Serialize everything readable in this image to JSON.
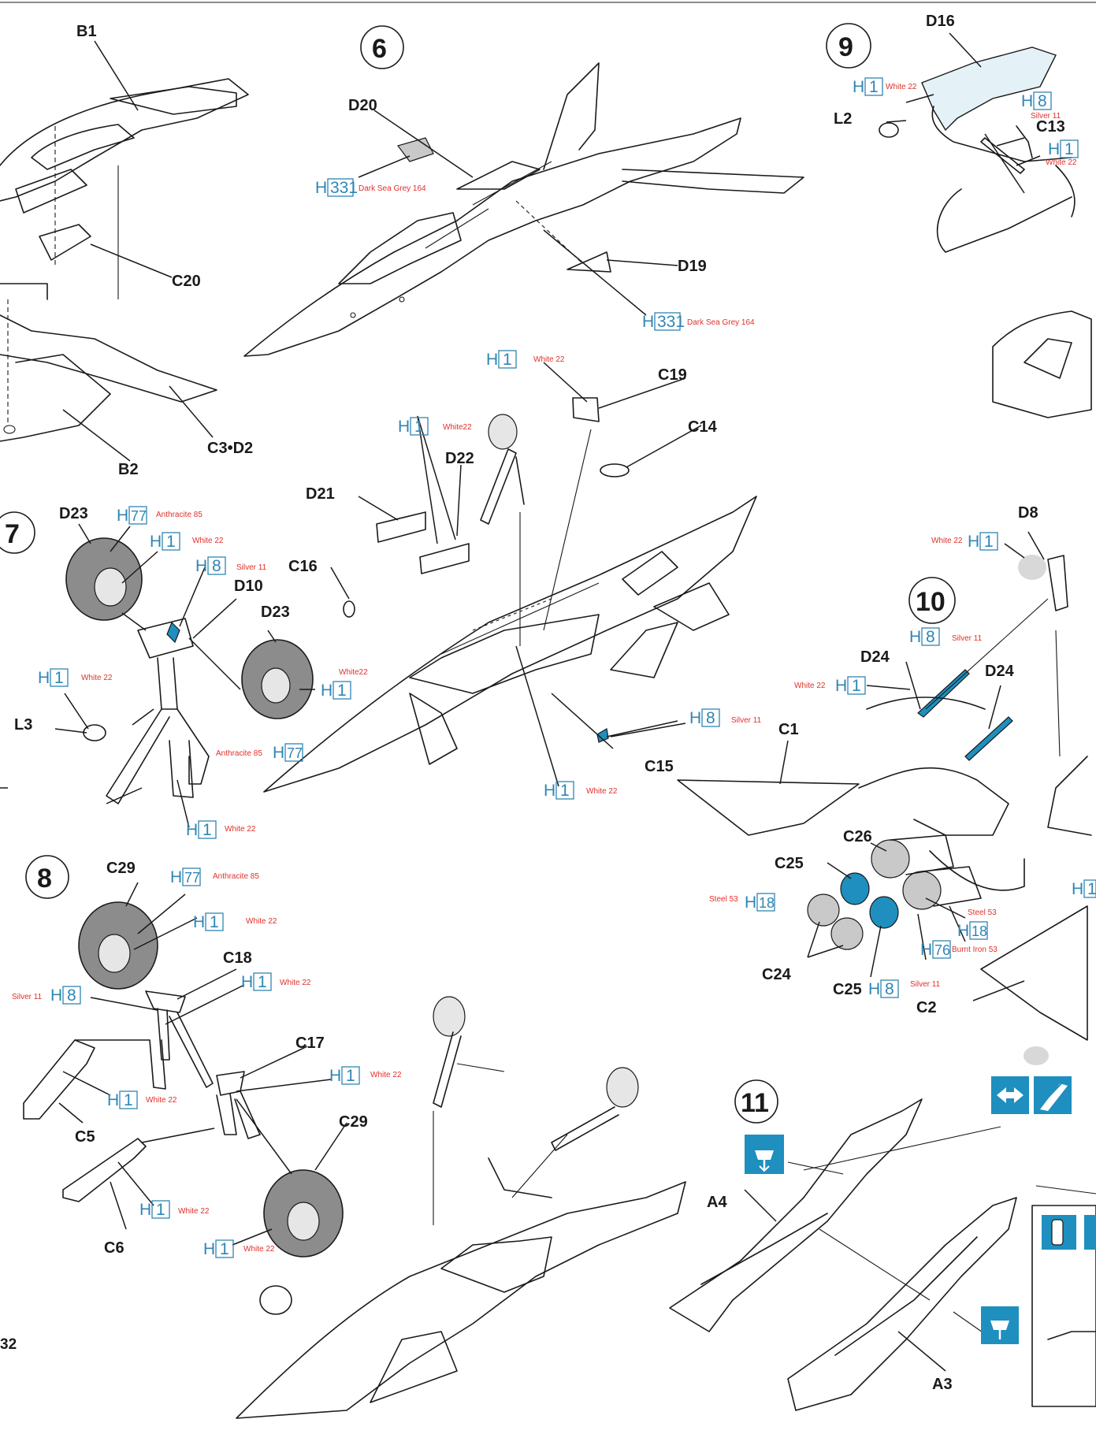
{
  "page_number": "32",
  "steps": [
    {
      "number": "6"
    },
    {
      "number": "7"
    },
    {
      "number": "8"
    },
    {
      "number": "9"
    },
    {
      "number": "10"
    },
    {
      "number": "11"
    }
  ],
  "paint_prefix": "H",
  "paints": [
    {
      "code": "331",
      "name": "Dark Sea Grey 164"
    },
    {
      "code": "331",
      "name": "Dark Sea Grey 164"
    },
    {
      "code": "1",
      "name": "White 22"
    },
    {
      "code": "1",
      "name": "White22"
    },
    {
      "code": "77",
      "name": "Anthracite 85"
    },
    {
      "code": "1",
      "name": "White 22"
    },
    {
      "code": "8",
      "name": "Silver 11"
    },
    {
      "code": "1",
      "name": "White22"
    },
    {
      "code": "1",
      "name": "White 22"
    },
    {
      "code": "77",
      "name": "Anthracite 85"
    },
    {
      "code": "1",
      "name": "White 22"
    },
    {
      "code": "8",
      "name": "Silver 11"
    },
    {
      "code": "1",
      "name": "White 22"
    },
    {
      "code": "77",
      "name": "Anthracite 85"
    },
    {
      "code": "1",
      "name": "White 22"
    },
    {
      "code": "8",
      "name": "Silver 11"
    },
    {
      "code": "1",
      "name": "White 22"
    },
    {
      "code": "1",
      "name": "White 22"
    },
    {
      "code": "1",
      "name": "White 22"
    },
    {
      "code": "1",
      "name": "White 22"
    },
    {
      "code": "1",
      "name": "White 22"
    },
    {
      "code": "1",
      "name": "White 22"
    },
    {
      "code": "8",
      "name": "Silver 11"
    },
    {
      "code": "1",
      "name": "White 22"
    },
    {
      "code": "1",
      "name": "White 22"
    },
    {
      "code": "8",
      "name": "Silver 11"
    },
    {
      "code": "1",
      "name": "White 22"
    },
    {
      "code": "18",
      "name": "Steel 53"
    },
    {
      "code": "18",
      "name": "Steel 53"
    },
    {
      "code": "76",
      "name": "Burnt Iron 53"
    },
    {
      "code": "8",
      "name": "Silver 11"
    },
    {
      "code": "1",
      "name": ""
    }
  ],
  "parts": [
    "B1",
    "C20",
    "B2",
    "C3•D2",
    "D20",
    "D19",
    "C19",
    "C14",
    "D22",
    "D21",
    "C16",
    "C15",
    "D23",
    "D10",
    "D23",
    "L3",
    "C29",
    "C18",
    "C17",
    "C5",
    "C6",
    "C29",
    "D16",
    "L2",
    "C13",
    "D8",
    "D24",
    "D24",
    "C1",
    "C26",
    "C25",
    "C24",
    "C25",
    "C2",
    "A4",
    "A3"
  ],
  "colors": {
    "paint_code": "#2f86b4",
    "paint_name": "#e0302a",
    "accent_blue": "#1e8fbf",
    "tire": "#8c8c8c"
  },
  "icons": [
    "glue-icon",
    "glue-icon",
    "glue-icon",
    "move-arrows-icon",
    "cement-brush-icon",
    "section-marker-icon"
  ]
}
